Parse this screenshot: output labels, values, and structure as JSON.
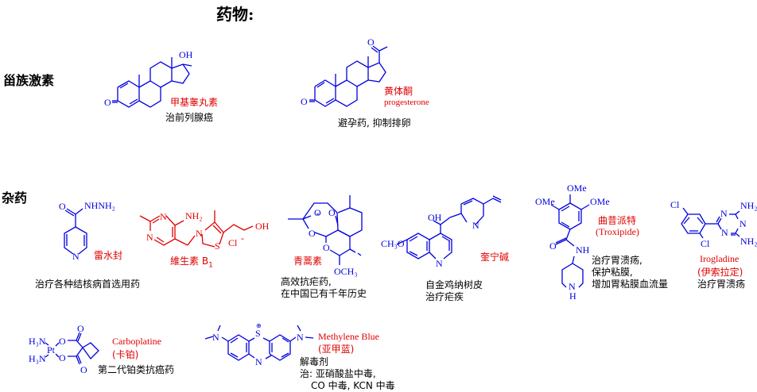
{
  "page": {
    "title": "药物:",
    "sections": {
      "steroid": "甾族激素",
      "misc": "杂药"
    }
  },
  "colors": {
    "structure": "#0000e0",
    "name": "#e00000",
    "text": "#000000"
  },
  "drugs": {
    "methyltestosterone": {
      "name": "甲基睾丸素",
      "use": "治前列腺癌",
      "atoms": {
        "oh": "OH",
        "o": "O"
      }
    },
    "progesterone": {
      "name": "黄体酮",
      "name_en": "progesterone",
      "use": "避孕药, 抑制排卵",
      "atoms": {
        "o_top": "O",
        "o": "O"
      }
    },
    "isoniazid": {
      "name": "雷水封",
      "use": "治疗各种结核病首选用药",
      "atoms": {
        "o": "O",
        "nhnh2": "NHNH₂",
        "n": "N"
      }
    },
    "vitamin_b1": {
      "name": "維生素 B",
      "name_sub": "1",
      "atoms": {
        "n1": "N",
        "n2": "N",
        "nh2": "NH₂",
        "n_plus": "N",
        "s": "S",
        "cl": "Cl",
        "minus": "-",
        "oh": "OH"
      }
    },
    "artemisinin": {
      "name": "青蒿素",
      "use_lines": [
        "高效抗疟药,",
        "在中国已有千年历史"
      ],
      "atoms": {
        "o1": "O",
        "o2": "O",
        "o3": "O",
        "o4": "O",
        "och3": "OCH₃"
      }
    },
    "quinine": {
      "name": "奎宁碱",
      "use_lines": [
        "自金鸡纳树皮",
        "治疗疟疾"
      ],
      "atoms": {
        "oh": "OH",
        "n1": "N",
        "ch3o": "CH₃O",
        "n2": "N"
      }
    },
    "troxipide": {
      "name": "曲昔派特",
      "name_en": "(Troxipide)",
      "use_lines": [
        "治疗胃溃疡,",
        "保护粘膜,",
        "增加胃粘膜血流量"
      ],
      "atoms": {
        "ome_top": "OMe",
        "ome_left": "OMe",
        "ome_right": "OMe",
        "o": "O",
        "nh": "NH",
        "n": "N",
        "h": "H"
      }
    },
    "irogladine": {
      "name_en": "Irogladine",
      "name": "(伊索拉定)",
      "use": "治疗胃溃疡",
      "atoms": {
        "cl1": "Cl",
        "cl2": "Cl",
        "n1": "N",
        "n2": "N",
        "n3": "N",
        "nh2a": "NH₂",
        "nh2b": "NH₂"
      }
    },
    "carboplatin": {
      "name_en": "Carboplatine",
      "name": "(卡铂)",
      "use": "第二代铂类抗癌药",
      "atoms": {
        "h3n1": "H₃N",
        "h3n2": "H₃N",
        "pt": "Pt",
        "o1": "O",
        "o2": "O",
        "o3": "O",
        "o4": "O"
      }
    },
    "methylene_blue": {
      "name_en": "Methylene Blue",
      "name": "(亚甲蓝)",
      "use_lines": [
        "解毒剂",
        "治: 亚硝酸盐中毒,",
        "CO 中毒, KCN 中毒"
      ],
      "atoms": {
        "n_left": "N",
        "s": "S",
        "plus": "⊕",
        "n_mid": "N",
        "n_right": "N"
      }
    }
  }
}
